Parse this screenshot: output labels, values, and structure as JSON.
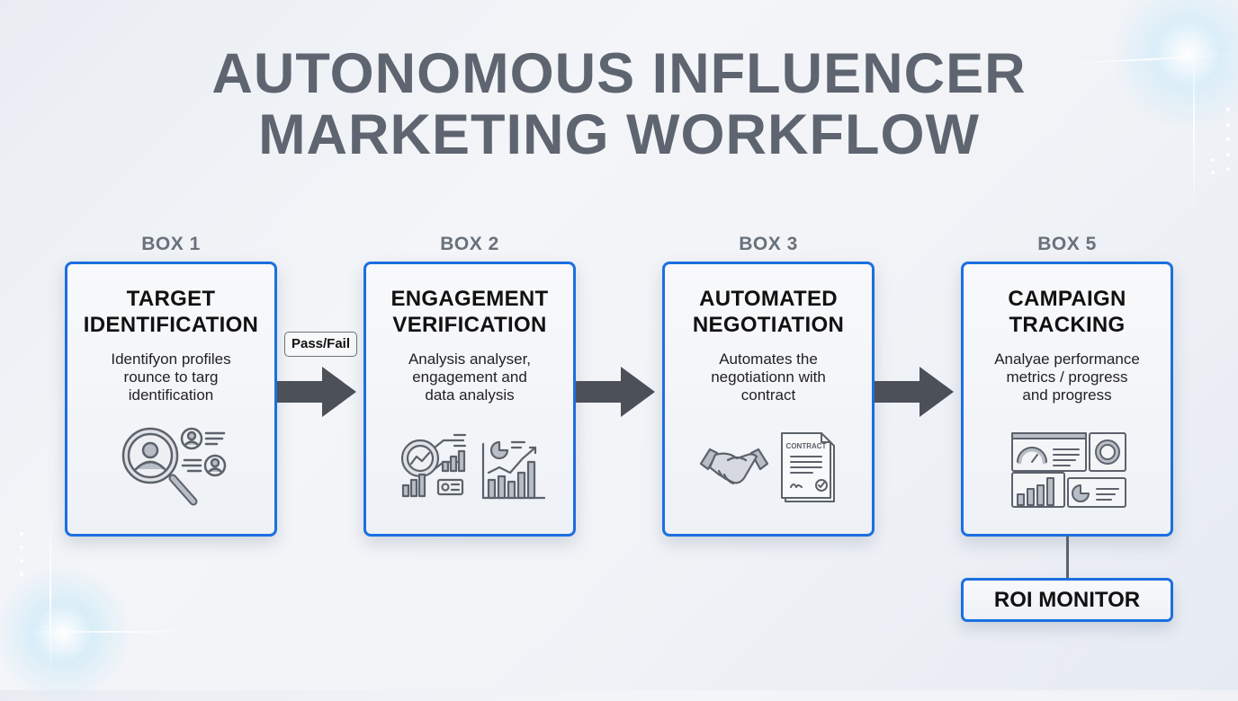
{
  "title": {
    "line1": "AUTONOMOUS INFLUENCER",
    "line2": "MARKETING WORKFLOW"
  },
  "steps": [
    {
      "label": "BOX 1",
      "title_line1": "TARGET",
      "title_line2": "IDENTIFICATION",
      "desc_line1": "Identifyon profiles",
      "desc_line2": "rounce to targ",
      "desc_line3": "identification",
      "icon": "magnifier-user-profiles-icon"
    },
    {
      "label": "BOX 2",
      "title_line1": "ENGAGEMENT",
      "title_line2": "VERIFICATION",
      "desc_line1": "Analysis analyser,",
      "desc_line2": "engagement and",
      "desc_line3": "data analysis",
      "icon": "analytics-charts-icon"
    },
    {
      "label": "BOX 3",
      "title_line1": "AUTOMATED",
      "title_line2": "NEGOTIATION",
      "desc_line1": "Automates the",
      "desc_line2": "negotiationn with",
      "desc_line3": "contract",
      "icon": "handshake-contract-icon",
      "contract_text": "CONTRACT"
    },
    {
      "label": "BOX 5",
      "title_line1": "CAMPAIGN",
      "title_line2": "TRACKING",
      "desc_line1": "Analyae performance",
      "desc_line2": "metrics / progress",
      "desc_line3": "and progress",
      "icon": "dashboard-icon"
    }
  ],
  "connectors": {
    "pass_fail_label": "Pass/Fail"
  },
  "roi_monitor": {
    "label": "ROI MONITOR"
  },
  "colors": {
    "accent_border": "#1c6fe0",
    "title_text": "#5e6570",
    "arrow": "#4b5059",
    "icon_stroke": "#5c626b",
    "icon_fill": "#b9bec6"
  }
}
